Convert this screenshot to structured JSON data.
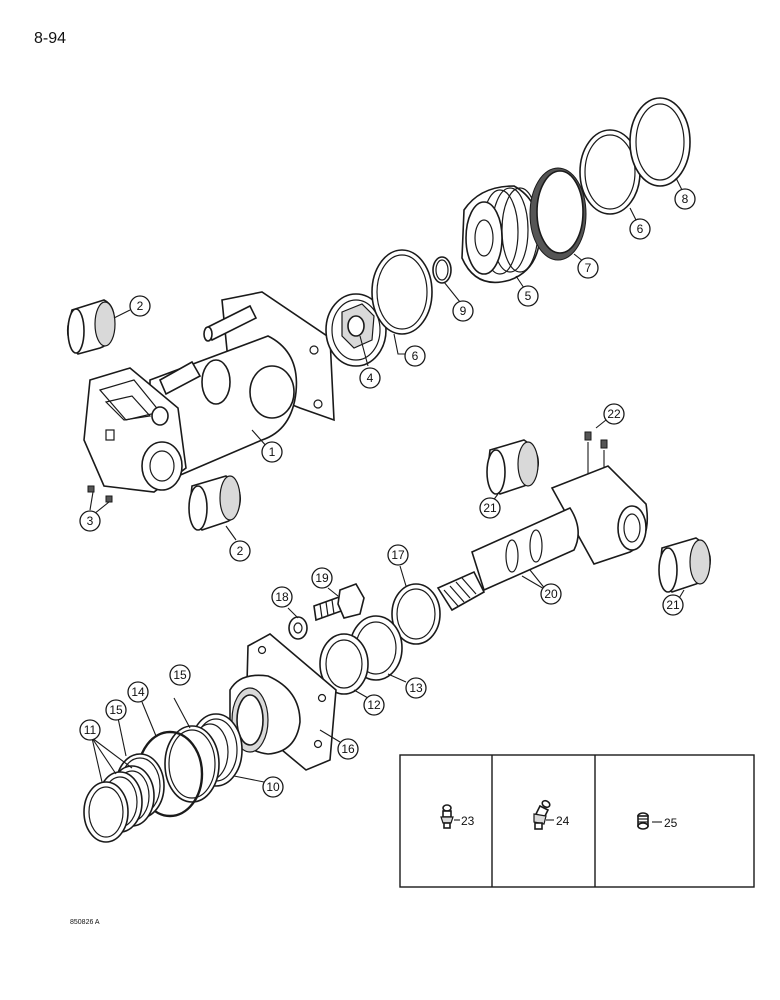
{
  "page": {
    "number": "8-94",
    "figure_code": "850826 A"
  },
  "callouts": [
    {
      "id": "c1",
      "label": "1"
    },
    {
      "id": "c2a",
      "label": "2"
    },
    {
      "id": "c2b",
      "label": "2"
    },
    {
      "id": "c3",
      "label": "3"
    },
    {
      "id": "c4",
      "label": "4"
    },
    {
      "id": "c5",
      "label": "5"
    },
    {
      "id": "c6a",
      "label": "6"
    },
    {
      "id": "c6b",
      "label": "6"
    },
    {
      "id": "c7",
      "label": "7"
    },
    {
      "id": "c8",
      "label": "8"
    },
    {
      "id": "c9",
      "label": "9"
    },
    {
      "id": "c10",
      "label": "10"
    },
    {
      "id": "c11",
      "label": "11"
    },
    {
      "id": "c12",
      "label": "12"
    },
    {
      "id": "c13",
      "label": "13"
    },
    {
      "id": "c14",
      "label": "14"
    },
    {
      "id": "c15a",
      "label": "15"
    },
    {
      "id": "c15b",
      "label": "15"
    },
    {
      "id": "c16",
      "label": "16"
    },
    {
      "id": "c17",
      "label": "17"
    },
    {
      "id": "c18",
      "label": "18"
    },
    {
      "id": "c19",
      "label": "19"
    },
    {
      "id": "c20",
      "label": "20"
    },
    {
      "id": "c21a",
      "label": "21"
    },
    {
      "id": "c21b",
      "label": "21"
    },
    {
      "id": "c22",
      "label": "22"
    }
  ],
  "inset": {
    "items": [
      "23",
      "24",
      "25"
    ]
  }
}
